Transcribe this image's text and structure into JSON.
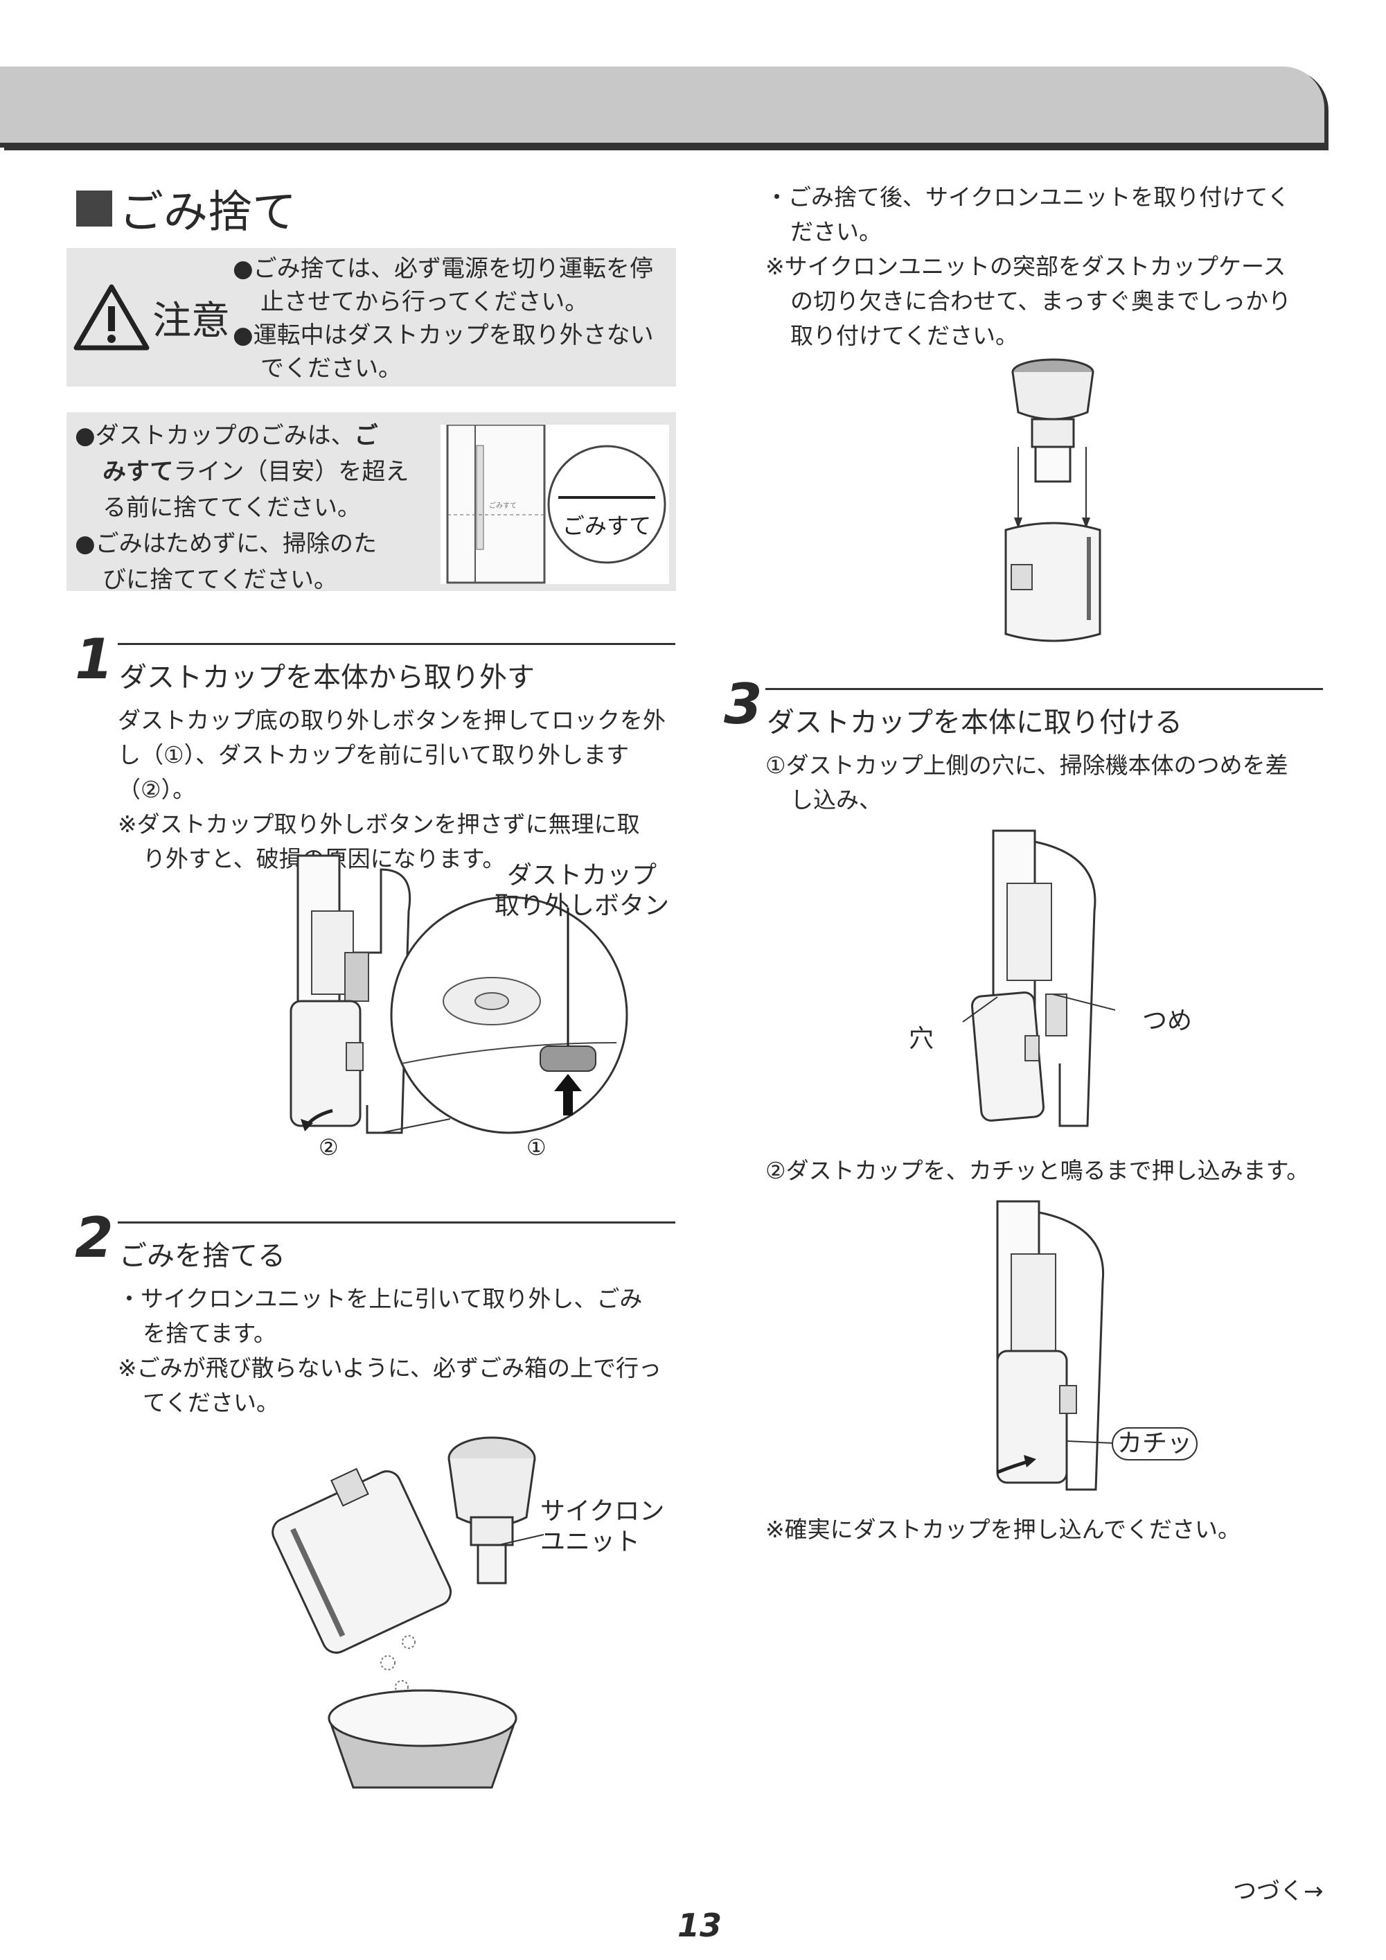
{
  "header": {
    "section_title": "ごみ捨て"
  },
  "caution": {
    "label": "注意",
    "lines": [
      "●ごみ捨ては、必ず電源を切り運転を停",
      "止させてから行ってください。",
      "●運転中はダストカップを取り外さない",
      "でください。"
    ]
  },
  "note_box": {
    "lines": [
      "●ダストカップのごみは、",
      "ご",
      "みすて",
      "ライン（目安）を超え",
      "る前に捨ててください。",
      "●ごみはためずに、掃除のた",
      "びに捨ててください。"
    ],
    "figure_label": "ごみすて",
    "scale_text": "ごみすて"
  },
  "step1": {
    "number": "1",
    "title": "ダストカップを本体から取り外す",
    "body": [
      "ダストカップ底の取り外しボタンを押してロックを外",
      "し（①）、ダストカップを前に引いて取り外します（②）。",
      "※ダストカップ取り外しボタンを押さずに無理に取",
      "り外すと、破損の原因になります。"
    ],
    "callout": [
      "ダストカップ",
      "取り外しボタン"
    ],
    "marker1": "①",
    "marker2": "②"
  },
  "step2": {
    "number": "2",
    "title": "ごみを捨てる",
    "body": [
      "・サイクロンユニットを上に引いて取り外し、ごみ",
      "を捨てます。",
      "※ごみが飛び散らないように、必ずごみ箱の上で行っ",
      "てください。"
    ],
    "callout": [
      "サイクロン",
      "ユニット"
    ]
  },
  "right_intro": {
    "lines": [
      "・ごみ捨て後、サイクロンユニットを取り付けてく",
      "ださい。",
      "※サイクロンユニットの突部をダストカップケース",
      "の切り欠きに合わせて、まっすぐ奥までしっかり",
      "取り付けてください。"
    ]
  },
  "step3": {
    "number": "3",
    "title": "ダストカップを本体に取り付ける",
    "sub1": [
      "①ダストカップ上側の穴に、掃除機本体のつめを差",
      "し込み、"
    ],
    "label_hole": "穴",
    "label_claw": "つめ",
    "sub2": "②ダストカップを、カチッと鳴るまで押し込みます。",
    "label_click": "カチッ",
    "note": "※確実にダストカップを押し込んでください。"
  },
  "footer": {
    "continue": "つづく→",
    "page_number": "13"
  }
}
